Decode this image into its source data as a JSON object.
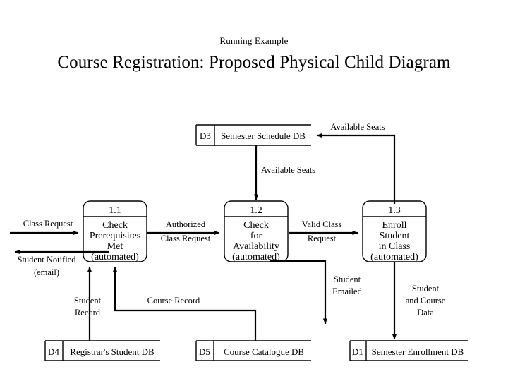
{
  "page": {
    "subtitle": "Running Example",
    "title": "Course Registration: Proposed Physical Child Diagram",
    "background_color": "#ffffff",
    "ink_color": "#000000"
  },
  "diagram": {
    "type": "data-flow-diagram",
    "processes": [
      {
        "id": "1.1",
        "number": "1.1",
        "lines": [
          "Check",
          "Prerequisites",
          "Met",
          "(automated)"
        ]
      },
      {
        "id": "1.2",
        "number": "1.2",
        "lines": [
          "Check",
          "for",
          "Availability",
          "(automated)"
        ]
      },
      {
        "id": "1.3",
        "number": "1.3",
        "lines": [
          "Enroll",
          "Student",
          "in Class",
          "(automated)"
        ]
      }
    ],
    "data_stores": [
      {
        "id": "D3",
        "label": "Semester Schedule DB"
      },
      {
        "id": "D4",
        "label": "Registrar's Student DB"
      },
      {
        "id": "D5",
        "label": "Course Catalogue DB"
      },
      {
        "id": "D1",
        "label": "Semester Enrollment DB"
      }
    ],
    "data_flows": [
      {
        "name": "class-request",
        "lines": [
          "Class Request"
        ],
        "from": "external",
        "to": "1.1"
      },
      {
        "name": "student-notified",
        "lines": [
          "Student Notified",
          "(email)"
        ],
        "from": "1.1",
        "to": "external"
      },
      {
        "name": "authorized-class-request",
        "lines": [
          "Authorized",
          "Class Request"
        ],
        "from": "1.1",
        "to": "1.2"
      },
      {
        "name": "valid-class-request",
        "lines": [
          "Valid Class",
          "Request"
        ],
        "from": "1.2",
        "to": "1.3"
      },
      {
        "name": "available-seats-to-store",
        "lines": [
          "Available Seats"
        ],
        "from": "1.3",
        "to": "D3"
      },
      {
        "name": "available-seats-to-process",
        "lines": [
          "Available Seats"
        ],
        "from": "D3",
        "to": "1.2"
      },
      {
        "name": "student-record",
        "lines": [
          "Student",
          "Record"
        ],
        "from": "D4",
        "to": "1.1"
      },
      {
        "name": "course-record",
        "lines": [
          "Course Record"
        ],
        "from": "D5",
        "to": "1.1"
      },
      {
        "name": "student-emailed",
        "lines": [
          "Student",
          "Emailed"
        ],
        "from": "1.2",
        "to": "external"
      },
      {
        "name": "student-and-course-data",
        "lines": [
          "Student",
          "and Course",
          "Data"
        ],
        "from": "1.3",
        "to": "D1"
      }
    ]
  }
}
